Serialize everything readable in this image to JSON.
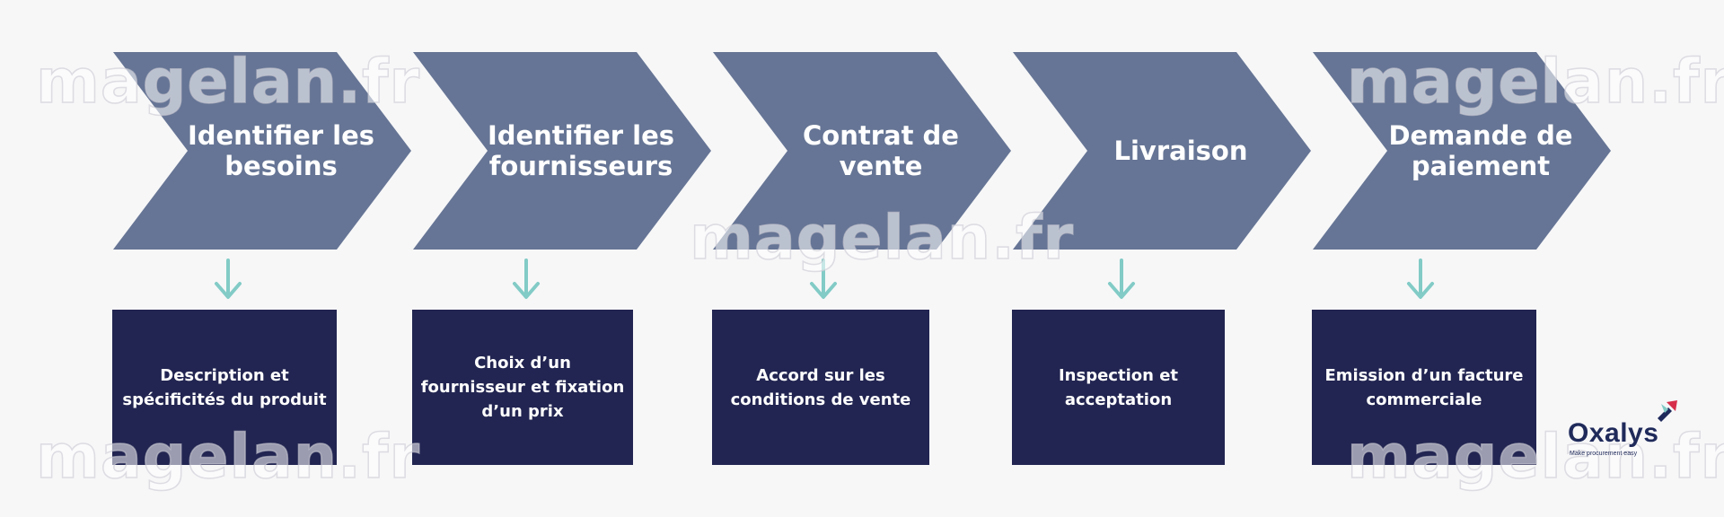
{
  "colors": {
    "chevron": "#667595",
    "box": "#222551",
    "arrow": "#82cbc6",
    "background": "#f7f7f8"
  },
  "steps": [
    {
      "title": "Identifier les besoins",
      "detail": "Description et spécificités du produit"
    },
    {
      "title": "Identifier les fournisseurs",
      "detail": "Choix d’un fournisseur et fixation d’un prix"
    },
    {
      "title": "Contrat de vente",
      "detail": "Accord sur les conditions de vente"
    },
    {
      "title": "Livraison",
      "detail": "Inspection et acceptation"
    },
    {
      "title": "Demande de paiement",
      "detail": "Emission d’un facture commerciale"
    }
  ],
  "watermark": "magelan.fr",
  "logo": {
    "name": "Oxalys",
    "tagline": "Make procurement easy"
  },
  "icons": [
    "down-arrow-icon",
    "oxalys-logo-mark"
  ]
}
